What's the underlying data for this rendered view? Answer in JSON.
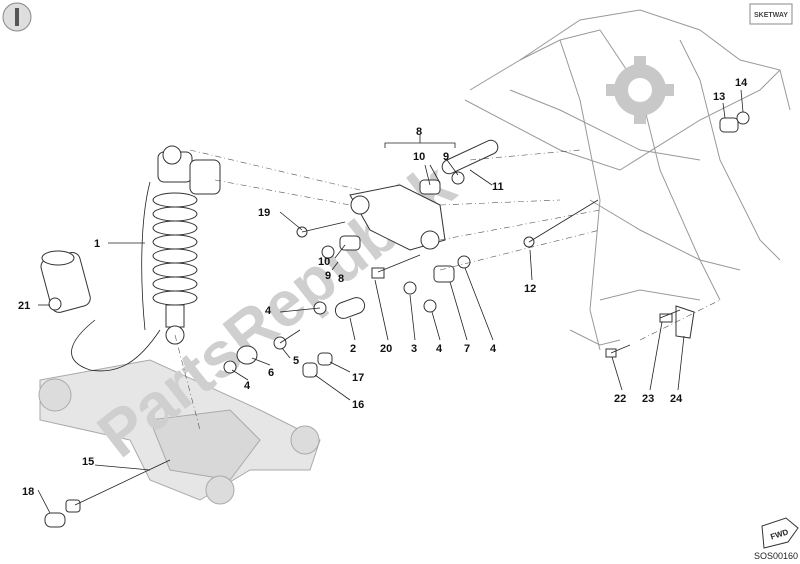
{
  "watermark": "PartsRepublik",
  "logo_text": "SKETWAY",
  "fwd_text": "FWD",
  "diagram_code": "SOS00160",
  "callouts": [
    "1",
    "2",
    "3",
    "4",
    "4",
    "4",
    "4",
    "5",
    "6",
    "7",
    "8",
    "8",
    "9",
    "9",
    "10",
    "10",
    "11",
    "12",
    "13",
    "14",
    "15",
    "16",
    "17",
    "18",
    "19",
    "20",
    "21",
    "22",
    "23",
    "24"
  ],
  "colors": {
    "line": "#222222",
    "frame": "#999999",
    "watermark": "#cfcfcf"
  },
  "icons": [
    "info-icon",
    "gear-watermark-icon",
    "fwd-arrow-icon"
  ]
}
